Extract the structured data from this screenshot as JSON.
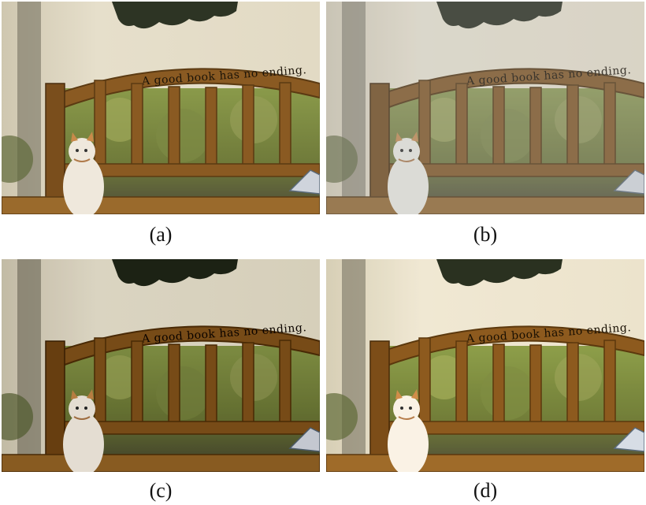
{
  "figure": {
    "panels": [
      {
        "id": "a",
        "caption": "(a)",
        "variant": "original",
        "mural_text": "A good book has no ending."
      },
      {
        "id": "b",
        "caption": "(b)",
        "variant": "hazy-bright",
        "mural_text": "A good book has no ending."
      },
      {
        "id": "c",
        "caption": "(c)",
        "variant": "enhanced-dark",
        "mural_text": "A good book has no ending."
      },
      {
        "id": "d",
        "caption": "(d)",
        "variant": "enhanced-balanced",
        "mural_text": "A good book has no ending."
      }
    ]
  },
  "colors": {
    "wall": "#e6dfcb",
    "wood": "#8a5a22",
    "foliage": "#6f7a3a",
    "cat": "#efe8dc"
  }
}
